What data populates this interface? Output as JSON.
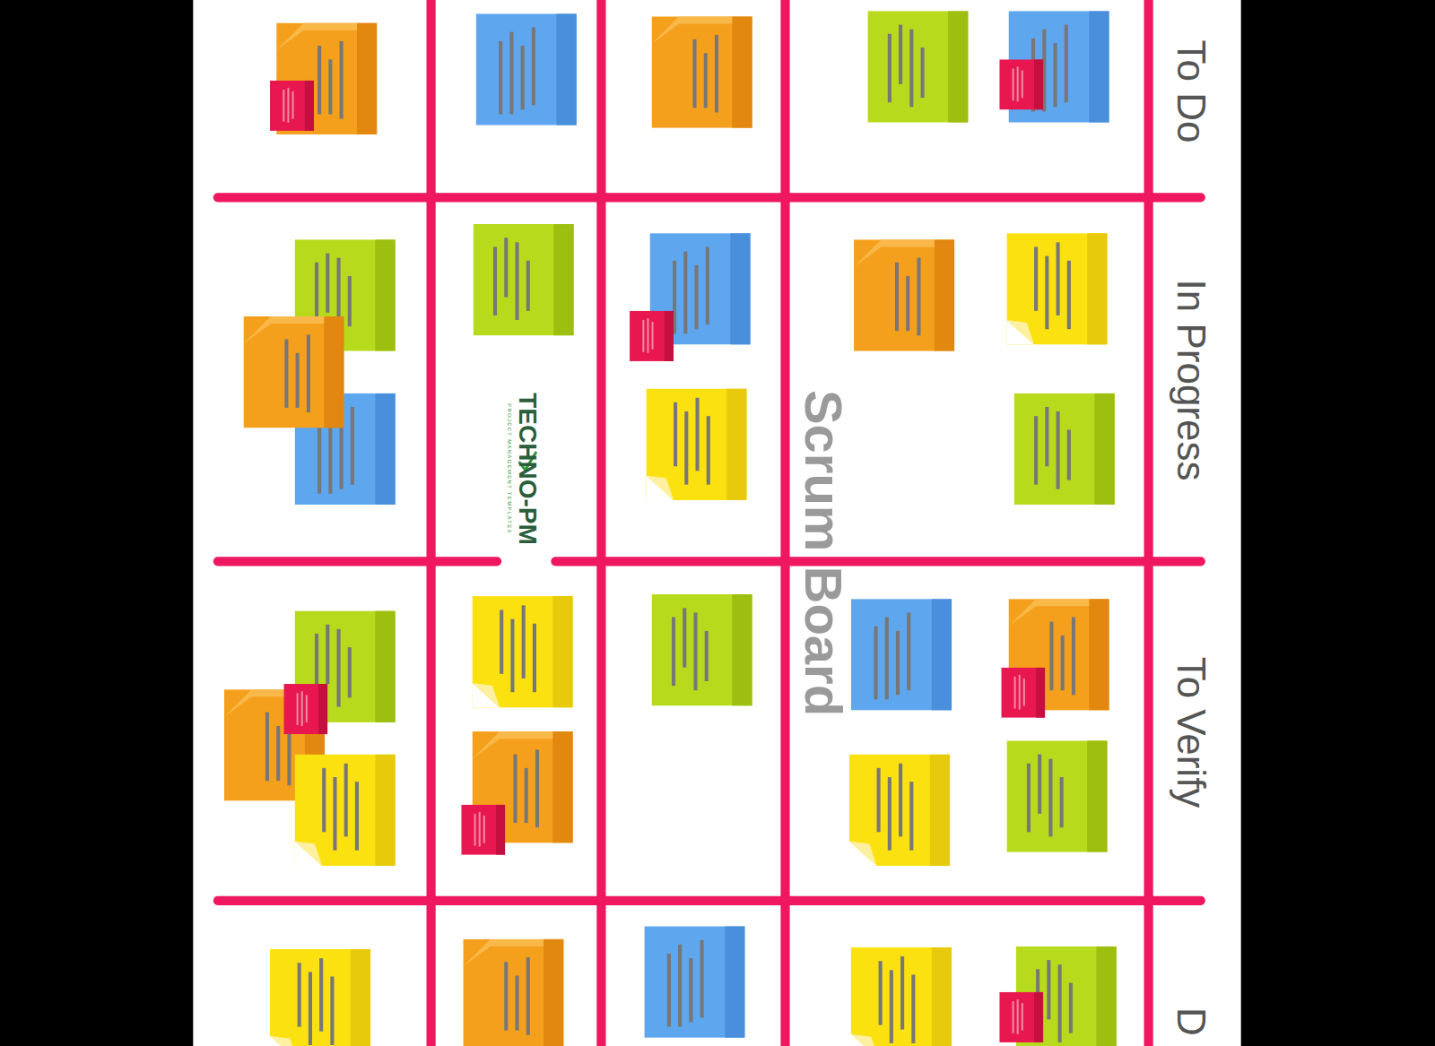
{
  "diagram": {
    "title": "Scrum Board",
    "labels": [
      "To Do",
      "In Progress",
      "To Verify",
      "D",
      "TECHNO-PM",
      "PROJECT MANAGEMENT TEMPLATES"
    ]
  }
}
